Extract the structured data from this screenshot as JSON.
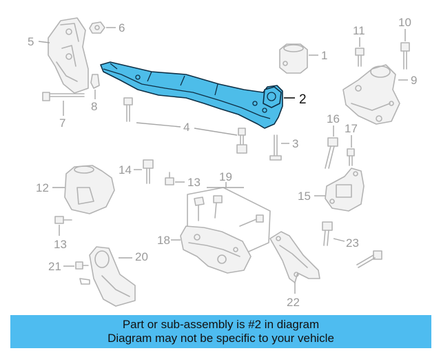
{
  "diagram": {
    "callouts": {
      "c1": "1",
      "c2": "2",
      "c3": "3",
      "c4": "4",
      "c5": "5",
      "c6": "6",
      "c7": "7",
      "c8": "8",
      "c9": "9",
      "c10": "10",
      "c11": "11",
      "c12": "12",
      "c13a": "13",
      "c13b": "13",
      "c14": "14",
      "c15": "15",
      "c16": "16",
      "c17": "17",
      "c18": "18",
      "c19": "19",
      "c20": "20",
      "c21": "21",
      "c22": "22",
      "c23": "23"
    },
    "highlighted_part": "2",
    "colors": {
      "highlight": "#4dbde9",
      "outline": "#b3b3b3",
      "banner": "#4ebcf0"
    }
  },
  "banner": {
    "line1": "Part or sub-assembly is #2 in diagram",
    "line2": "Diagram may not be specific to your vehicle"
  }
}
